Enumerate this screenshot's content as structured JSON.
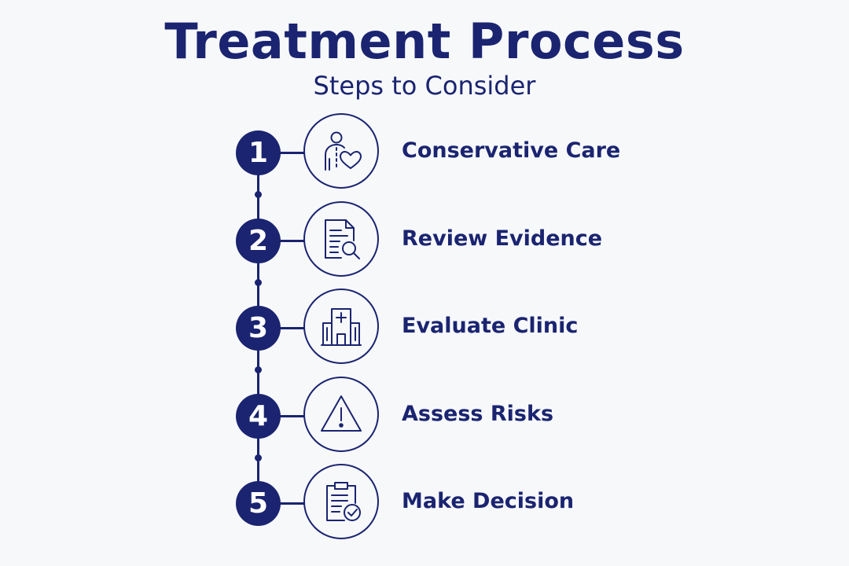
{
  "header": {
    "title": "Treatment Process",
    "subtitle": "Steps to Consider"
  },
  "colors": {
    "primary": "#1a2470",
    "background": "#f7f8fa"
  },
  "steps": [
    {
      "number": "1",
      "label": "Conservative Care",
      "icon": "person-heart-icon"
    },
    {
      "number": "2",
      "label": "Review Evidence",
      "icon": "document-search-icon"
    },
    {
      "number": "3",
      "label": "Evaluate Clinic",
      "icon": "hospital-icon"
    },
    {
      "number": "4",
      "label": "Assess Risks",
      "icon": "warning-icon"
    },
    {
      "number": "5",
      "label": "Make Decision",
      "icon": "clipboard-check-icon"
    }
  ]
}
